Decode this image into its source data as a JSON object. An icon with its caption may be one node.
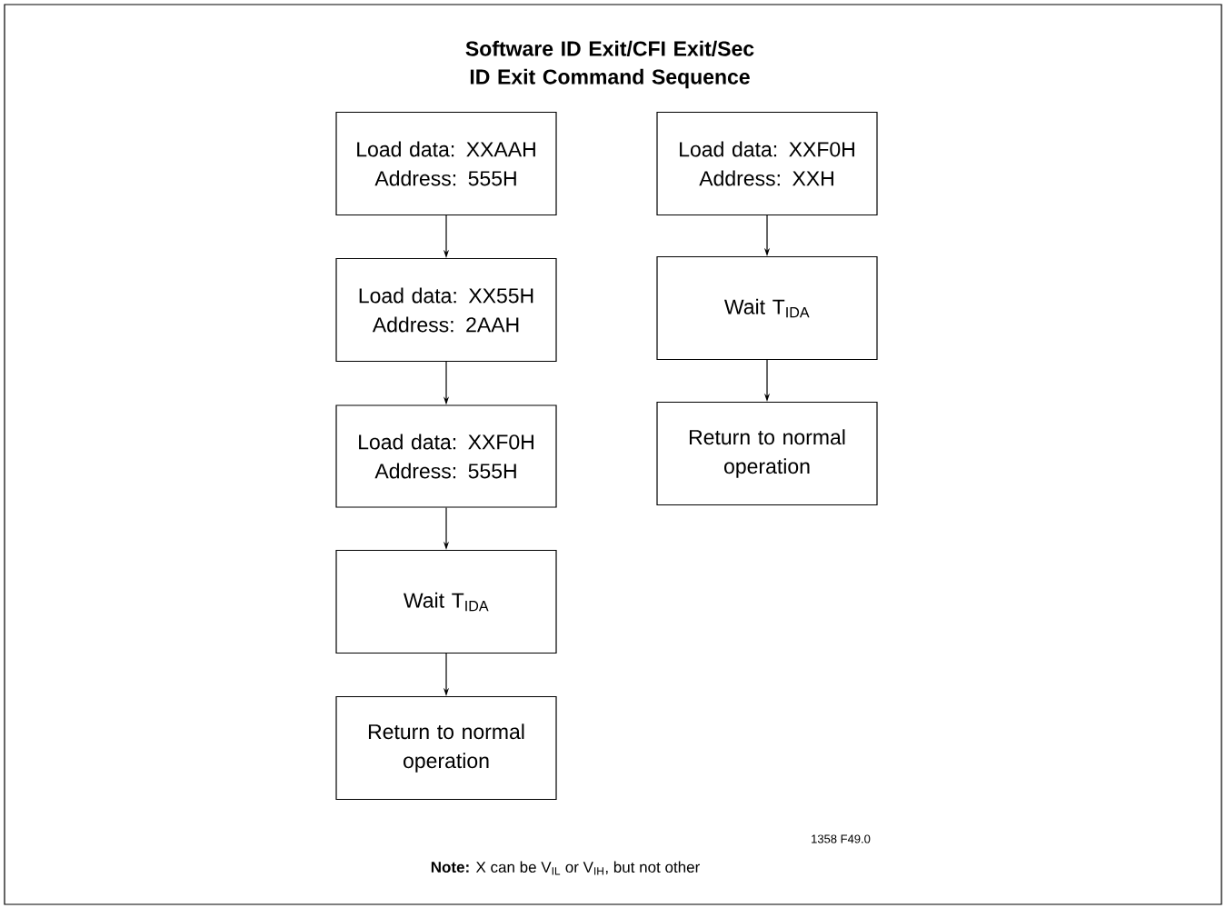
{
  "diagram": {
    "title": "Software ID Exit/CFI Exit/Sec ID Exit Command Sequence",
    "nodes": [
      {
        "text": [
          "Load data: XXAAH Address: 555H"
        ]
      },
      {
        "text": [
          "Load data: XX55H Address: 2AAH"
        ]
      },
      {
        "text": [
          "Load data: XXF0H Address: 555H"
        ]
      },
      {
        "text": [
          "Wait T$_{IDA}$"
        ]
      },
      {
        "text": [
          "Return to normal operation"
        ]
      },
      {
        "text": [
          "Load data: XXF0H Address: XXH"
        ]
      },
      {
        "text": [
          "Wait T$_{IDA}$"
        ]
      },
      {
        "text": [
          "Return to normal operation"
        ]
      }
    ],
    "edges": [
      {
        "from": 0,
        "to": 1,
        "arrow": "to"
      },
      {
        "from": 1,
        "to": 2,
        "arrow": "to"
      },
      {
        "from": 2,
        "to": 3,
        "arrow": "to"
      },
      {
        "from": 3,
        "to": 4,
        "arrow": "to"
      },
      {
        "from": 5,
        "to": 6,
        "arrow": "to"
      },
      {
        "from": 6,
        "to": 7,
        "arrow": "to"
      }
    ],
    "labels": [
      "1358 F49.0",
      "**Note:**  X can be V$_{IL}$ or V$_{IH}$, but not other"
    ]
  }
}
